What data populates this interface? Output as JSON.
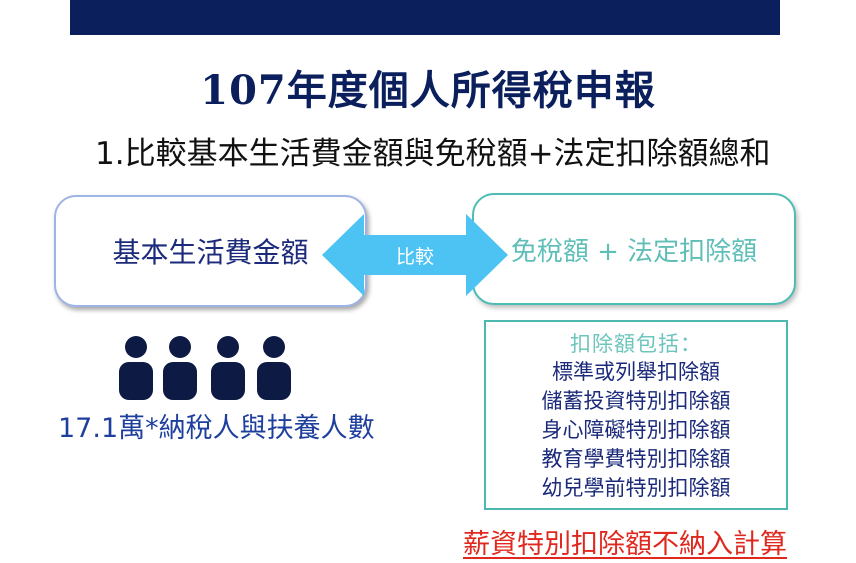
{
  "title": "107年度個人所得稅申報",
  "subtitle": "1.比較基本生活費金額與免稅額+法定扣除額總和",
  "left_box": {
    "label": "基本生活費金額"
  },
  "arrow": {
    "label": "比較"
  },
  "right_box": {
    "label": "免稅額 + 法定扣除額"
  },
  "persons": {
    "icon": "person-icon",
    "count": 4,
    "caption": "17.1萬*納稅人與扶養人數"
  },
  "deductions": {
    "header": "扣除額包括：",
    "items": [
      "標準或列舉扣除額",
      "儲蓄投資特別扣除額",
      "身心障礙特別扣除額",
      "教育學費特別扣除額",
      "幼兒學前特別扣除額"
    ]
  },
  "note": "薪資特別扣除額不納入計算",
  "colors": {
    "navy": "#0a1f5c",
    "arrow": "#4cc3f2",
    "teal": "#4db8b0",
    "red": "#e0281e"
  }
}
